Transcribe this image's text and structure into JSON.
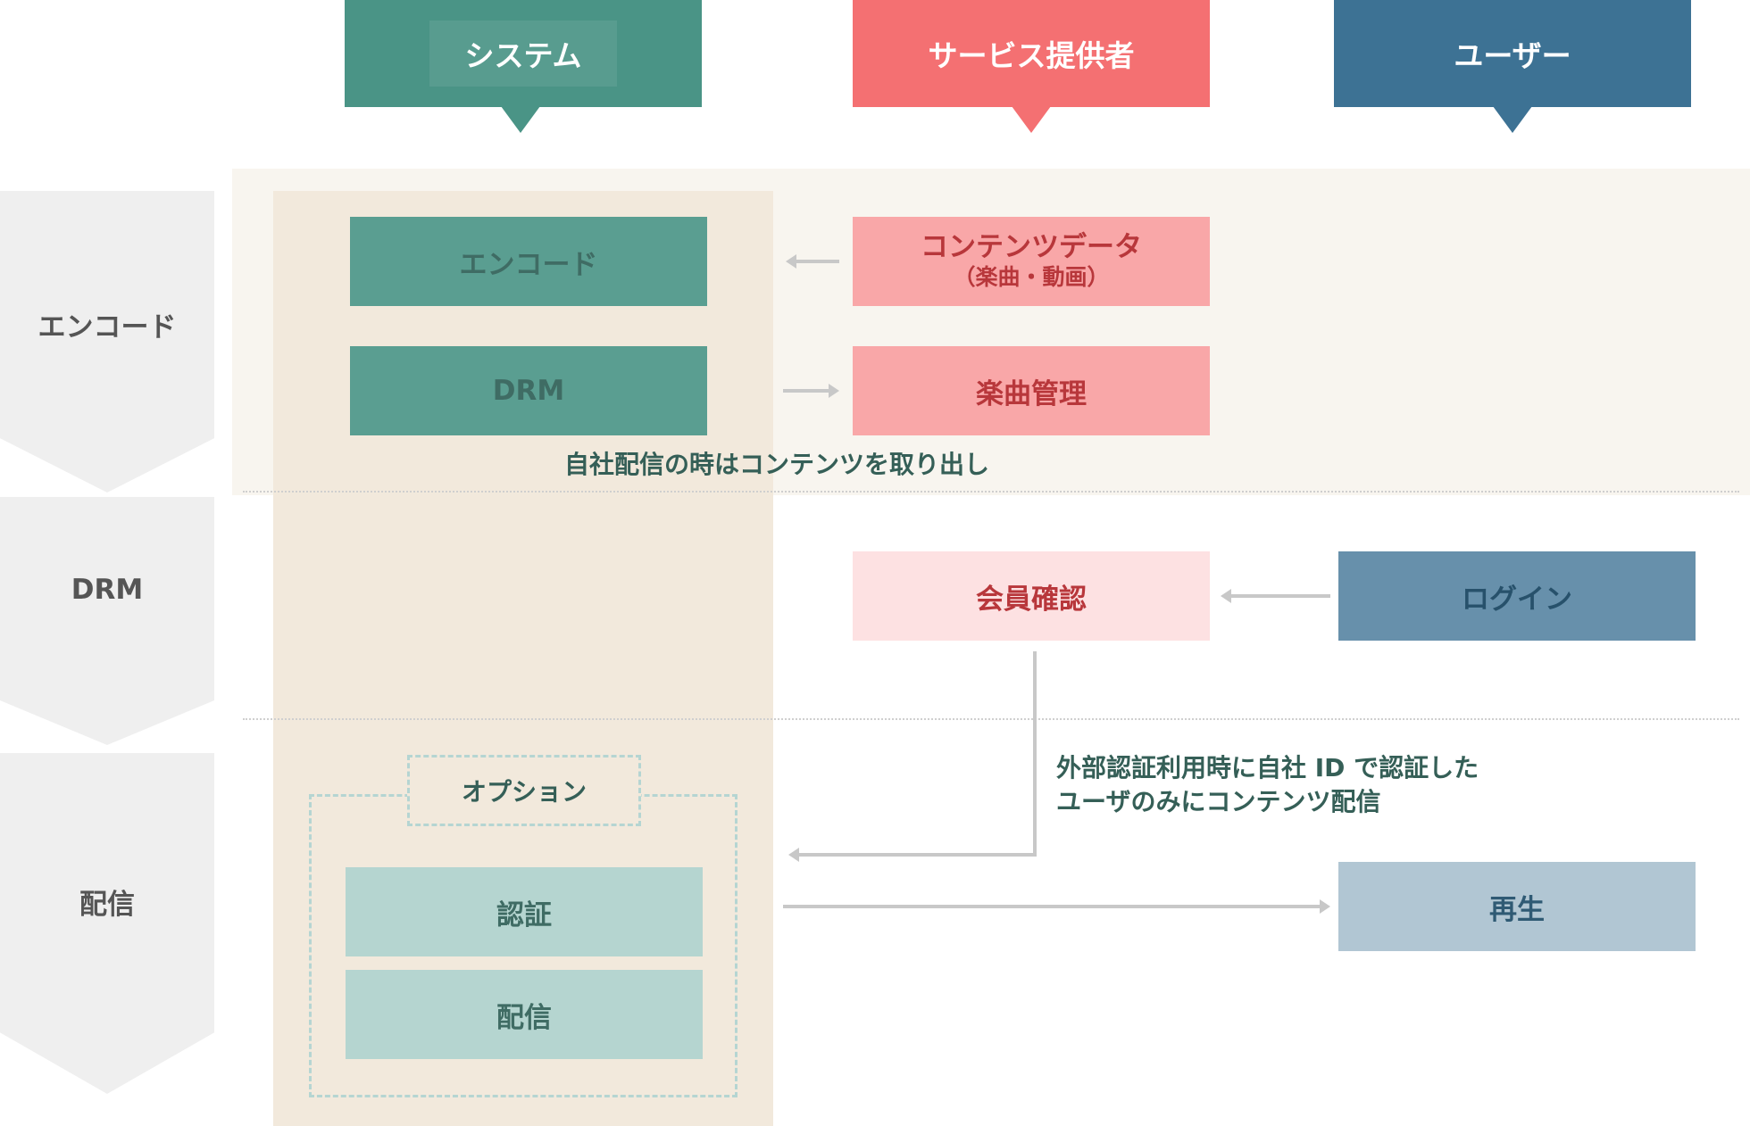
{
  "headers": {
    "system": "システム",
    "provider": "サービス提供者",
    "user": "ユーザー"
  },
  "phases": {
    "encode": "エンコード",
    "drm": "DRM",
    "delivery": "配信"
  },
  "system_boxes": {
    "encode": "エンコード",
    "drm": "DRM",
    "option": "オプション",
    "auth": "認証",
    "delivery": "配信"
  },
  "provider_boxes": {
    "content_data_line1": "コンテンツデータ",
    "content_data_line2": "（楽曲・動画）",
    "music_management": "楽曲管理",
    "member_check": "会員確認"
  },
  "user_boxes": {
    "login": "ログイン",
    "play": "再生"
  },
  "notes": {
    "self_delivery": "自社配信の時はコンテンツを取り出し",
    "external_auth_line1": "外部認証利用時に自社 ID で認証した",
    "external_auth_line2": "ユーザのみにコンテンツ配信"
  },
  "colors": {
    "system": "#4a9486",
    "provider": "#f47072",
    "user": "#3d7294"
  }
}
